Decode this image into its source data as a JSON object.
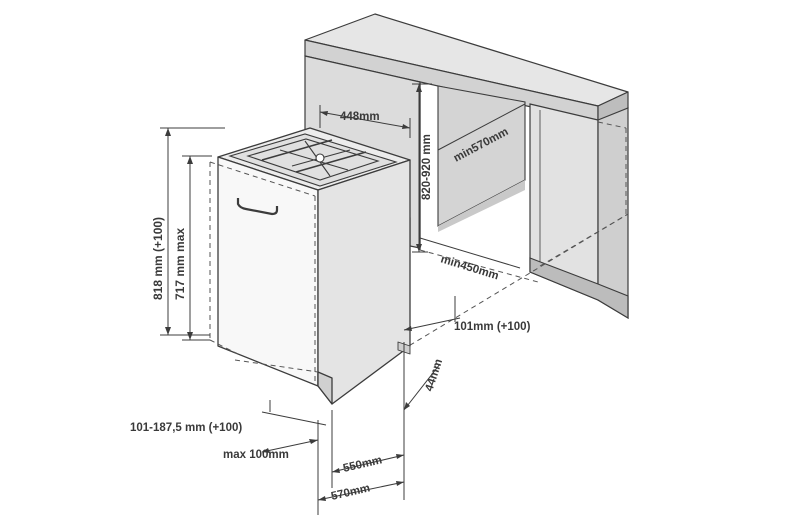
{
  "dimensions": {
    "width_top": "448mm",
    "niche_height": "820-920 mm",
    "niche_depth": "min570mm",
    "niche_width": "min450mm",
    "outer_height": "818 mm (+100)",
    "inner_height": "717 mm max",
    "plinth_offset": "101mm (+100)",
    "plinth_depth": "44mm",
    "door_plinth": "101-187,5 mm (+100)",
    "max_gap": "max 100mm",
    "depth_body": "550mm",
    "depth_total": "570mm"
  },
  "colors": {
    "line": "#3c3c3c",
    "counter_top": "#e6e6e6",
    "counter_front": "#d2d2d2",
    "cabinet_side": "#dcdcdc",
    "appliance_side": "#e4e4e4",
    "appliance_front": "#f8f8f8",
    "dashed": "#555555"
  }
}
